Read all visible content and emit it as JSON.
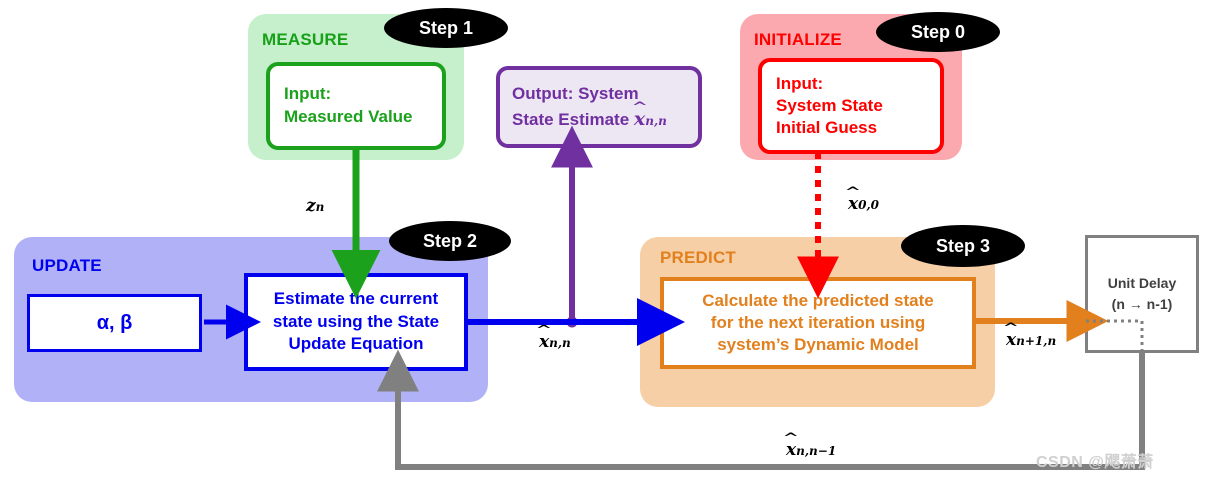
{
  "panels": {
    "measure": {
      "title": "MEASURE",
      "box_lines": [
        "Input:",
        "Measured Value"
      ],
      "color": "#1CA11C",
      "fill": "#C6EFCB"
    },
    "output": {
      "lines": [
        "Output: System",
        "State Estimate"
      ],
      "symbol": "x",
      "sub": "n,n",
      "color": "#7030A0",
      "fill": "#EDE6F3"
    },
    "initialize": {
      "title": "INITIALIZE",
      "box_lines": [
        "Input:",
        "System State",
        "Initial Guess"
      ],
      "color": "#FF0000",
      "fill": "#FBA9AE"
    },
    "update": {
      "title": "UPDATE",
      "params_label": "α, β",
      "box_lines": [
        "Estimate the current",
        "state using the State",
        "Update Equation"
      ],
      "color": "#0000EE",
      "fill": "#B1B1F7"
    },
    "predict": {
      "title": "PREDICT",
      "box_lines": [
        "Calculate the predicted state",
        "for the next iteration using",
        "system’s Dynamic Model"
      ],
      "color": "#E2801E",
      "fill": "#F7CFA7"
    },
    "unit_delay": {
      "line1": "Unit Delay",
      "line2": "(n → n-1)",
      "color": "#808080"
    }
  },
  "steps": [
    {
      "name": "step-0",
      "label": "Step 0"
    },
    {
      "name": "step-1",
      "label": "Step 1"
    },
    {
      "name": "step-2",
      "label": "Step 2"
    },
    {
      "name": "step-3",
      "label": "Step 3"
    }
  ],
  "signals": {
    "measurement": {
      "symbol": "z",
      "sub": "n",
      "hat": false
    },
    "initial_guess": {
      "symbol": "x",
      "sub": "0,0",
      "hat": true
    },
    "current_estimate": {
      "symbol": "x",
      "sub": "n,n",
      "hat": true
    },
    "predicted_next": {
      "symbol": "x",
      "sub": "n+1,n",
      "hat": true
    },
    "delayed_prediction": {
      "symbol": "x",
      "sub": "n,n−1",
      "hat": true
    }
  },
  "watermark": "CSDN @飔萧萧",
  "colors": {
    "green": "#1CA11C",
    "purple": "#7030A0",
    "red": "#FF0000",
    "blue": "#0000EE",
    "orange": "#E2801E",
    "gray": "#808080",
    "black": "#000000"
  }
}
